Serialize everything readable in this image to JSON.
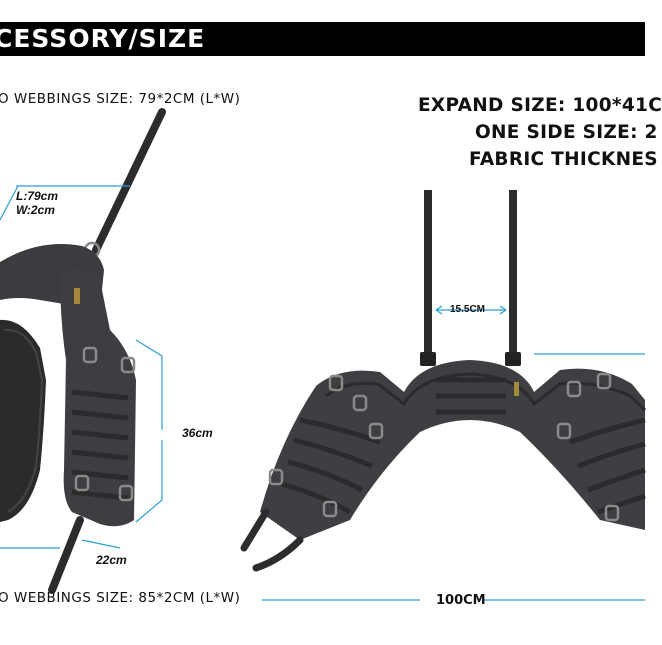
{
  "header": {
    "title": "CESSORY/SIZE"
  },
  "specs": {
    "top_webbing": "O WEBBINGS SIZE: 79*2CM (L*W)",
    "bottom_webbing": "O WEBBINGS SIZE: 85*2CM (L*W)",
    "expand_size": "EXPAND SIZE: 100*41C",
    "one_side_size": "ONE SIDE SIZE: 2",
    "fabric_thickness": "FABRIC THICKNES"
  },
  "dimensions": {
    "length": "L:79cm",
    "width": "W:2cm",
    "height": "36cm",
    "bottom_width": "22cm",
    "strap_gap": "15.5CM",
    "total_width": "100CM"
  },
  "colors": {
    "accent": "#2a9fd6",
    "fabric": "#3b3d40",
    "fabric_dark": "#232427",
    "banner": "#000000"
  }
}
